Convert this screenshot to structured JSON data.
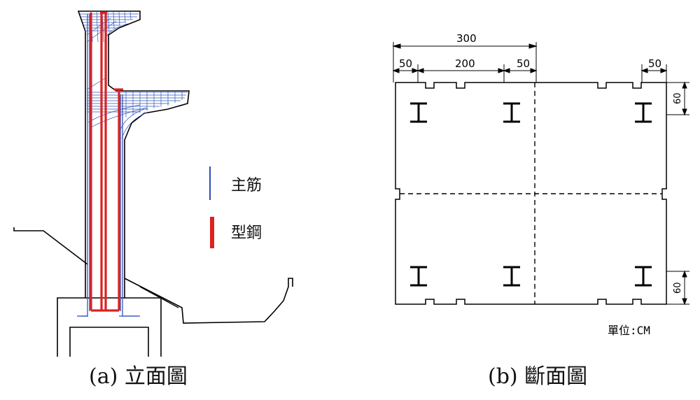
{
  "elevation": {
    "caption": "(a) 立面圖",
    "legend": [
      {
        "label": "主筋",
        "color": "#3355bb"
      },
      {
        "label": "型鋼",
        "color": "#dd2222"
      }
    ]
  },
  "section": {
    "caption": "(b) 斷面圖",
    "dims_top": {
      "overall": "300",
      "left_edge": "50",
      "middle": "200",
      "right_gap": "50",
      "far_right": "50"
    },
    "dims_side": {
      "top": "60",
      "bottom": "60"
    },
    "unit": "單位:CM"
  },
  "colors": {
    "rebar": "#3355bb",
    "steel": "#dd2222",
    "line": "#111111"
  }
}
